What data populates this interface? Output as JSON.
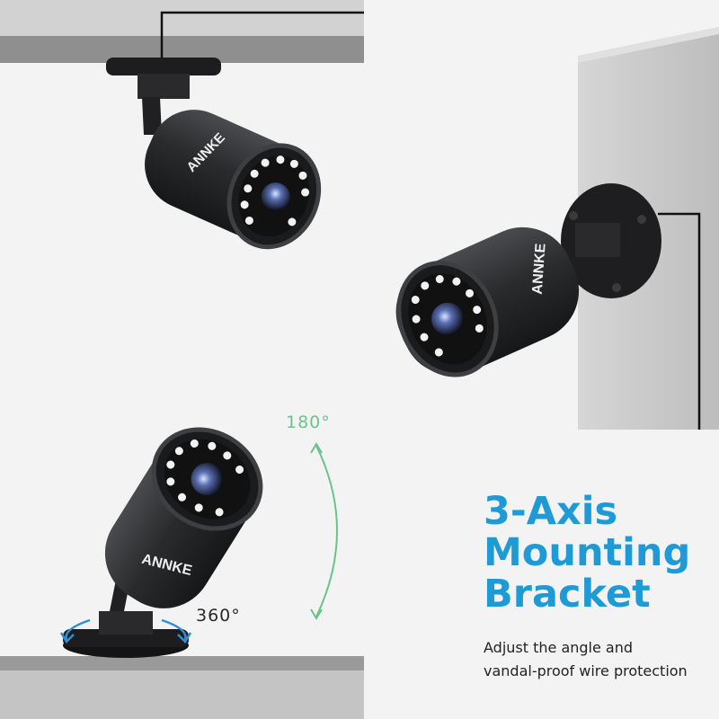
{
  "headline": {
    "line1": "3-Axis",
    "line2": "Mounting",
    "line3": "Bracket"
  },
  "subtitle": {
    "line1": "Adjust the angle and",
    "line2": "vandal-proof wire protection"
  },
  "rotation": {
    "tilt_label": "180°",
    "pan_label": "360°"
  },
  "brand": "ANNKE",
  "colors": {
    "accent_blue": "#1e9bd7",
    "rotation_green": "#6cc389",
    "rotation_blue": "#2f8fd0",
    "camera_body": "#2b2c2e",
    "wall_gray": "#c9c9c9"
  }
}
